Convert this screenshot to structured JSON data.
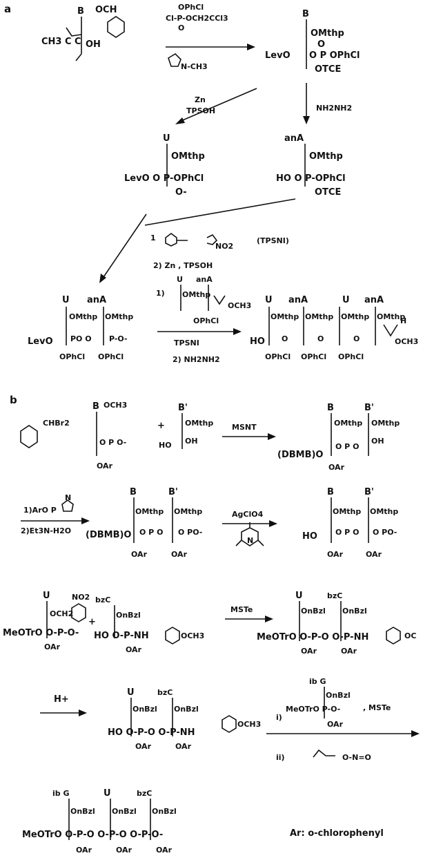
{
  "panels": [
    "a",
    "b"
  ],
  "section_a": {
    "reagent_phos_1": "OPhCl",
    "reagent_phos_2": "Cl-P-OCH2CCl3",
    "reagent_phos_3": "O",
    "reagent_imid": "N-CH3",
    "start_B": "B",
    "start_OCH": "OCH",
    "start_chain": "CH3 C    C",
    "start_OH": "OH",
    "prod1_B": "B",
    "prod1_OMthp": "OMthp",
    "prod1_O": "O",
    "prod1_left": "LevO",
    "prod1_P": "O P OPhCl",
    "prod1_OTCE": "OTCE",
    "zn_reagent": "Zn",
    "tpsoh_reagent": "TPSOH",
    "hydrazine_reagent": "NH2NH2",
    "inter_left_base": "U",
    "inter_left_OMthp": "OMthp",
    "inter_left_chain": "LevO   O P-OPhCl",
    "inter_left_O": "O-",
    "inter_right_base": "anA",
    "inter_right_OMthp": "OMthp",
    "inter_right_chain": "HO   O P-OPhCl",
    "inter_right_OTCE": "OTCE",
    "tpsni_step": "1",
    "tpsni_label": "(TPSNI)",
    "no2": "NO2",
    "zn_tpsoh_step": "2)  Zn , TPSOH",
    "coupling_step_1": "1)",
    "coupling_U": "U",
    "coupling_anA": "anA",
    "coupling_OMthp": "OMthp",
    "coupling_OPhCl": "OPhCl",
    "coupling_OCH3": "OCH3",
    "tpsni_reagent": "TPSNI",
    "hydrazine_step": "2)  NH2NH2",
    "dimer_bases": [
      "U",
      "anA"
    ],
    "dimer_OMthp": [
      "OMthp",
      "OMthp"
    ],
    "dimer_left": "LevO",
    "dimer_P": [
      "PO O",
      "P-O-"
    ],
    "dimer_OPhCl": [
      "OPhCl",
      "OPhCl"
    ],
    "tetramer_bases": [
      "U",
      "anA",
      "U",
      "anA"
    ],
    "tetramer_OMthp": [
      "OMthp",
      "OMthp",
      "OMthp",
      "OMthp"
    ],
    "tetramer_left": "HO",
    "tetramer_P": [
      "O",
      "O",
      "O"
    ],
    "tetramer_OPhCl": [
      "OPhCl",
      "OPhCl",
      "OPhCl"
    ],
    "tetramer_end": [
      "H",
      "OCH3"
    ]
  },
  "section_b": {
    "start_B": "B",
    "start_OCH3": "OCH3",
    "start_CHBr2": "CHBr2",
    "start_P": "O P O-",
    "start_OAr": "OAr",
    "plus": "+",
    "partner_base": "B'",
    "partner_OMthp": "OMthp",
    "partner_HO": "HO",
    "partner_OH": "OH",
    "msnt_reagent": "MSNT",
    "dimer1_bases": [
      "B",
      "B'"
    ],
    "dimer1_OMthp": [
      "OMthp",
      "OMthp"
    ],
    "dimer1_left": "(DBMB)O",
    "dimer1_P": "O P O",
    "dimer1_OAr": "OAr",
    "dimer1_OH": "OH",
    "phos_step_1": "1)ArO P",
    "phos_step_1b": "N",
    "phos_step_2": "2)Et3N-H2O",
    "dimer2_bases": [
      "B",
      "B'"
    ],
    "dimer2_OMthp": [
      "OMthp",
      "OMthp"
    ],
    "dimer2_left": "(DBMB)O",
    "dimer2_P": [
      "O P O",
      "O PO-"
    ],
    "dimer2_OAr": [
      "OAr",
      "OAr"
    ],
    "agclo4_reagent": "AgClO4",
    "pyridine_N": "N",
    "dimer3_bases": [
      "B",
      "B'"
    ],
    "dimer3_OMthp": [
      "OMthp",
      "OMthp"
    ],
    "dimer3_left": "HO",
    "dimer3_P": [
      "O P O",
      "O PO-"
    ],
    "dimer3_OAr": [
      "OAr",
      "OAr"
    ],
    "nitro_U": "U",
    "nitro_NO2": "NO2",
    "nitro_OCH2": "OCH2",
    "nitro_chain": "MeOTrO  O-P-O-",
    "nitro_OAr": "OAr",
    "nitro_plus": "+",
    "bzc_base": "bzC",
    "bzc_OnBzl": "OnBzl",
    "bzc_chain": "HO  O-P-NH",
    "bzc_OCH3": "OCH3",
    "bzc_OAr": "OAr",
    "mste_reagent": "MSTe",
    "ubz_bases": [
      "U",
      "bzC"
    ],
    "ubz_OnBzl": [
      "OnBzl",
      "OnBzl"
    ],
    "ubz_chain": "MeOTrO  O-P-O  O-P-NH",
    "ubz_OAr": [
      "OAr",
      "OAr"
    ],
    "ubz_end": "OC",
    "h_plus": "H+",
    "ubz2_bases": [
      "U",
      "bzC"
    ],
    "ubz2_OnBzl": [
      "OnBzl",
      "OnBzl"
    ],
    "ubz2_chain": "HO  O-P-O  O-P-NH",
    "ubz2_OAr": [
      "OAr",
      "OAr"
    ],
    "ubz2_OCH3": "OCH3",
    "step_i": "i)",
    "step_i_base": "ib G",
    "step_i_OnBzl": "OnBzl",
    "step_i_chain": "MeOTrO   P-O-",
    "step_i_OAr": "OAr",
    "step_i_mste": ", MSTe",
    "step_ii": "ii)",
    "step_ii_group": "O-N=O",
    "final_bases": [
      "ib G",
      "bzC"
    ],
    "final_OnBzl": [
      "OnBzl",
      "OnBzl",
      "OnBzl"
    ],
    "final_chain": "MeOTrO  O-P-O  O-P-O  O-P-O-",
    "final_OAr": [
      "OAr",
      "OAr",
      "OAr"
    ],
    "legend": "Ar: o-chlorophenyl"
  }
}
